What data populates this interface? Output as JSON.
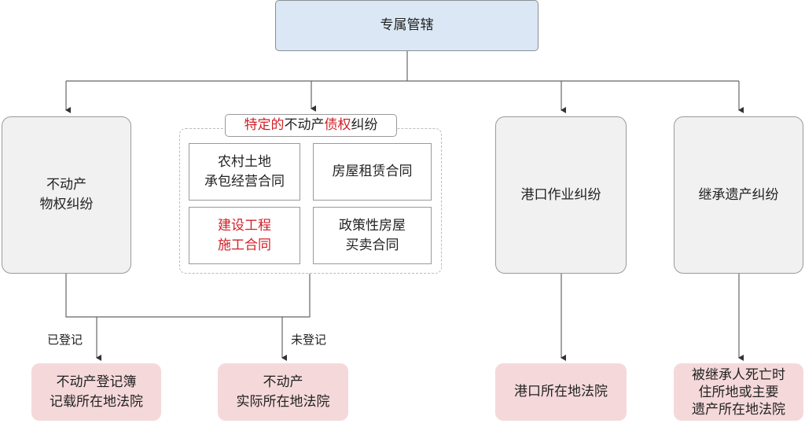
{
  "root": "专属管辖",
  "categories": {
    "real_property_rights": "不动产\n物权纠纷",
    "group_title": {
      "part1": "特定的",
      "part2": "不动产",
      "part3": "债权",
      "part4": "纠纷"
    },
    "group_items": [
      "农村土地\n承包经营合同",
      "房屋租赁合同",
      "建设工程\n施工合同",
      "政策性房屋\n买卖合同"
    ],
    "port": "港口作业纠纷",
    "inheritance": "继承遗产纠纷"
  },
  "edge_labels": {
    "registered": "已登记",
    "unregistered": "未登记"
  },
  "courts": {
    "registered": "不动产登记簿\n记载所在地法院",
    "unregistered": "不动产\n实际所在地法院",
    "port": "港口所在地法院",
    "inheritance": "被继承人死亡时\n住所地或主要\n遗产所在地法院"
  },
  "colors": {
    "root_fill": "#dbe7f4",
    "category_fill": "#f1f1f1",
    "court_fill": "#f5d9da",
    "highlight": "#d02027"
  }
}
